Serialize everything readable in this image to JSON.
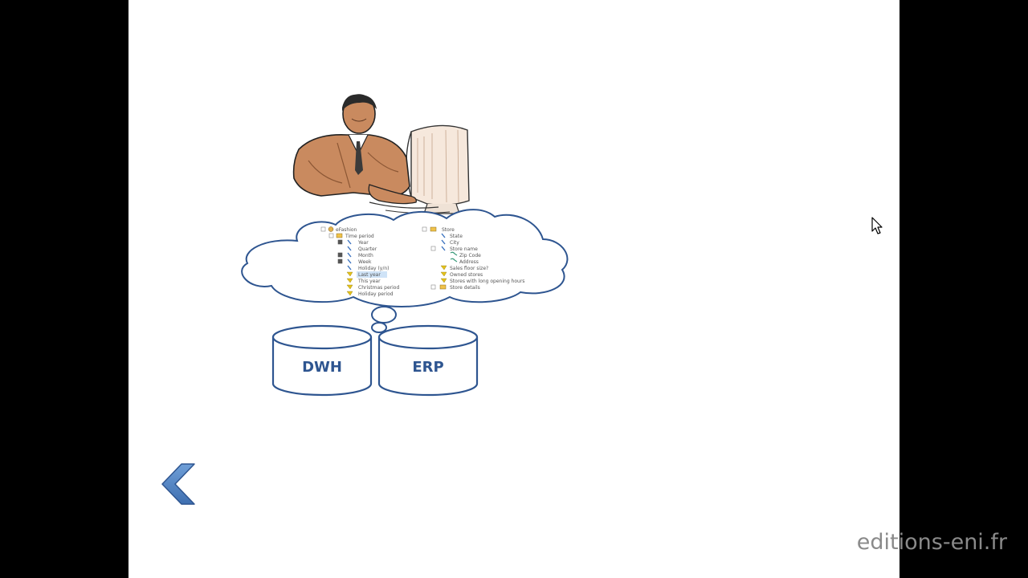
{
  "slide": {
    "thought_tree": {
      "left_column": [
        {
          "label": "eFashion",
          "icon": "universe-icon",
          "depth": 0
        },
        {
          "label": "Time period",
          "icon": "folder-icon",
          "depth": 1
        },
        {
          "label": "Year",
          "icon": "dimension-icon",
          "depth": 2
        },
        {
          "label": "Quarter",
          "icon": "dimension-icon",
          "depth": 2
        },
        {
          "label": "Month",
          "icon": "dimension-icon",
          "depth": 2
        },
        {
          "label": "Week",
          "icon": "dimension-icon",
          "depth": 2
        },
        {
          "label": "Holiday (y/n)",
          "icon": "dimension-icon",
          "depth": 2
        },
        {
          "label": "Last year",
          "icon": "filter-icon",
          "depth": 2,
          "selected": true
        },
        {
          "label": "This year",
          "icon": "filter-icon",
          "depth": 2
        },
        {
          "label": "Christmas period",
          "icon": "filter-icon",
          "depth": 2
        },
        {
          "label": "Holiday period",
          "icon": "filter-icon",
          "depth": 2
        }
      ],
      "right_column": [
        {
          "label": "Store",
          "icon": "folder-icon",
          "depth": 0
        },
        {
          "label": "State",
          "icon": "dimension-icon",
          "depth": 1
        },
        {
          "label": "City",
          "icon": "dimension-icon",
          "depth": 1
        },
        {
          "label": "Store name",
          "icon": "dimension-icon",
          "depth": 1
        },
        {
          "label": "Zip Code",
          "icon": "detail-icon",
          "depth": 2
        },
        {
          "label": "Address",
          "icon": "detail-icon",
          "depth": 2
        },
        {
          "label": "Sales floor size?",
          "icon": "filter-icon",
          "depth": 1
        },
        {
          "label": "Owned stores",
          "icon": "filter-icon",
          "depth": 1
        },
        {
          "label": "Stores with long opening hours",
          "icon": "filter-icon",
          "depth": 1
        },
        {
          "label": "Store details",
          "icon": "folder-icon",
          "depth": 1
        }
      ]
    },
    "databases": {
      "left": "DWH",
      "right": "ERP"
    },
    "nav": {
      "back_icon": "chevron-left-icon"
    }
  },
  "watermark": "editions-eni.fr",
  "colors": {
    "accent_blue": "#2e5590",
    "chevron_blue": "#4f81bd",
    "watermark_gray": "#8a8a8a",
    "selection": "#cfe3f7",
    "skin": "#c98a5f"
  }
}
